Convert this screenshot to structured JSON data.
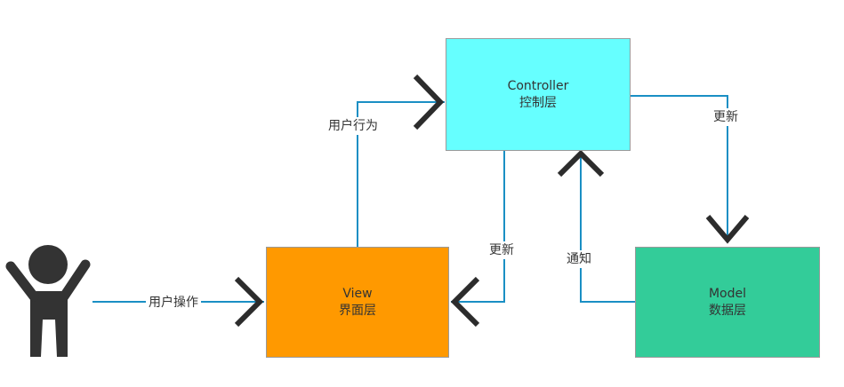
{
  "colors": {
    "line": "#1a8fc4",
    "arrowhead": "#2c2c2c",
    "controller_fill": "#66ffff",
    "view_fill": "#ff9900",
    "model_fill": "#33cc99",
    "user_figure": "#333333"
  },
  "icons": {
    "user": "person-arms-raised-icon"
  },
  "nodes": {
    "controller": {
      "title": "Controller",
      "subtitle": "控制层"
    },
    "view": {
      "title": "View",
      "subtitle": "界面层"
    },
    "model": {
      "title": "Model",
      "subtitle": "数据层"
    }
  },
  "edges": {
    "user_action": "用户操作",
    "user_behavior": "用户行为",
    "controller_to_model": "更新",
    "controller_to_view": "更新",
    "model_to_controller": "通知"
  }
}
